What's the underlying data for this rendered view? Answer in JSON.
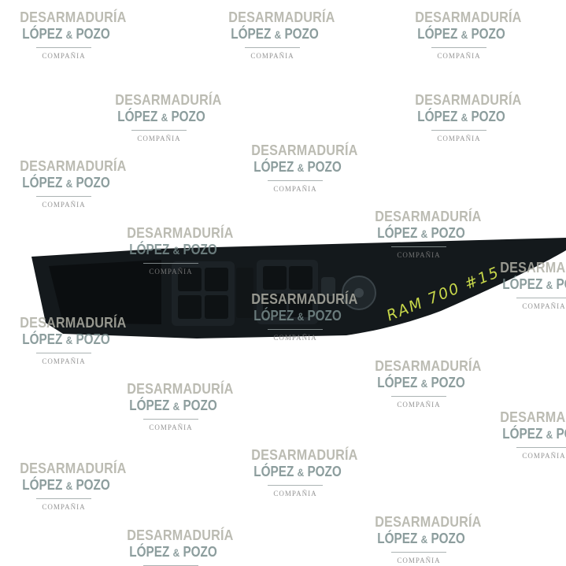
{
  "watermark": {
    "line1": "DESARMADURÍA",
    "line2_left": "LÓPEZ",
    "line2_amp": "&",
    "line2_right": "POZO",
    "line3": "COMPAÑIA"
  },
  "part_label": "RAM 700 #15",
  "colors": {
    "panel": "#14191c",
    "label": "#c8d84a",
    "watermark_gray": "#afafa5",
    "watermark_teal": "#788c8c"
  }
}
